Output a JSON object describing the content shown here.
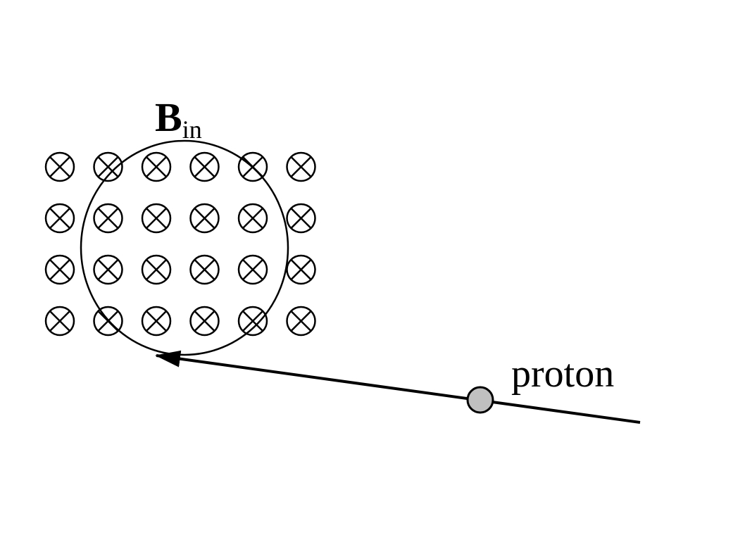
{
  "field": {
    "symbol": "B",
    "subscript": "in",
    "rows": 4,
    "cols": 6,
    "marker": "into-page-cross-icon"
  },
  "particle": {
    "label": "proton",
    "fill_color": "#c0c0c0",
    "stroke_color": "#000000"
  },
  "line_color": "#000000"
}
